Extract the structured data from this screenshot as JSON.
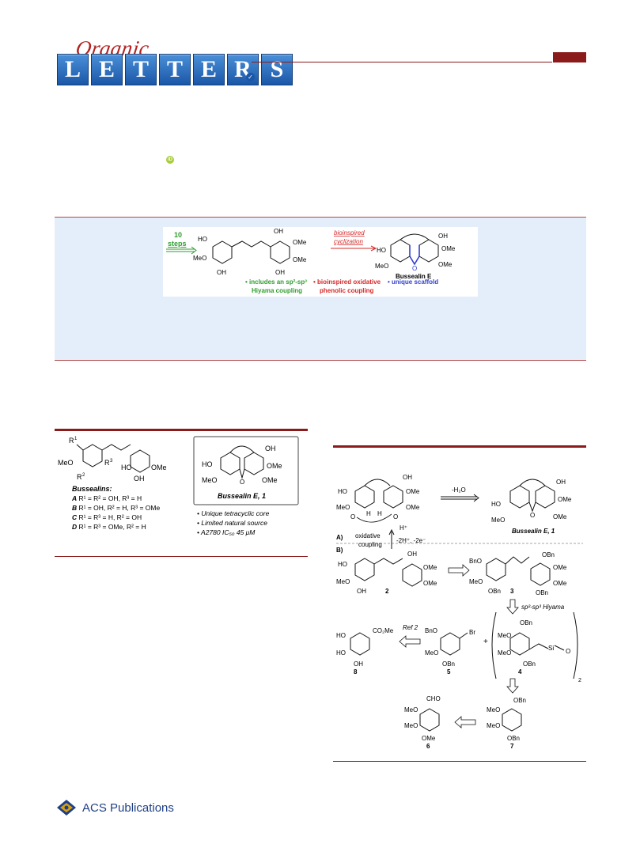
{
  "journal": {
    "script_word": "Organic",
    "tile_letters": [
      "L",
      "E",
      "T",
      "T",
      "E",
      "R",
      "S"
    ],
    "brand_color": "#1b57a8",
    "accent_color": "#8b1a1a"
  },
  "toc": {
    "steps_count": "10",
    "steps_word": "steps",
    "arrow_label_1": "bioinspired",
    "arrow_label_2": "cyclization",
    "product_name": "Bussealin E",
    "bullet_green_1": "• includes an sp²-sp³",
    "bullet_green_2": "Hiyama coupling",
    "bullet_red_1": "• bioinspired oxidative",
    "bullet_red_2": "phenolic coupling",
    "bullet_blue": "• unique scaffold",
    "colors": {
      "green": "#2e9d2e",
      "red": "#d62828",
      "blue": "#2f3fd0"
    }
  },
  "figure1": {
    "family_label": "Bussealins:",
    "variants": [
      {
        "letter": "A",
        "text": " R¹ = R² = OH, R³ = H"
      },
      {
        "letter": "B",
        "text": " R¹ = OH, R² = H, R³ = OMe"
      },
      {
        "letter": "C",
        "text": " R¹ = R³ = H, R² = OH"
      },
      {
        "letter": "D",
        "text": " R¹ = R³ = OMe, R² = H"
      }
    ],
    "compound_label": "Bussealin E, 1",
    "notes": [
      "• Unique tetracyclic core",
      "• Limited natural source",
      "• A2780 IC₅₀ 45 μM"
    ]
  },
  "figure2": {
    "water_loss": "-H₂O",
    "product_label": "Bussealin E, 1",
    "label_A": "A)",
    "label_B": "B)",
    "oxidative": "oxidative",
    "coupling": "coupling",
    "electrons": "-2H⁺, -2e⁻",
    "proton": "H⁺",
    "hiyama": "sp²-sp³ Hiyama",
    "ref": "Ref 2",
    "numbers": [
      "2",
      "3",
      "4",
      "5",
      "6",
      "7",
      "8"
    ]
  },
  "footer": {
    "publisher": "ACS Publications"
  }
}
